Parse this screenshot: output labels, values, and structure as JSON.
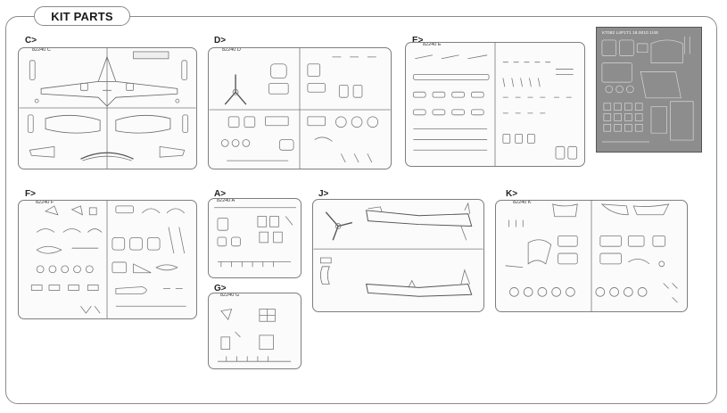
{
  "header": {
    "title": "KIT PARTS"
  },
  "sprues": {
    "C": {
      "letter": "C>",
      "code": "82240 C"
    },
    "D": {
      "letter": "D>",
      "code": "82240 D"
    },
    "E": {
      "letter": "E>",
      "code": "82240 E"
    },
    "F": {
      "letter": "F>",
      "code": "82240 F"
    },
    "A": {
      "letter": "A>",
      "code": "82240 A"
    },
    "G": {
      "letter": "G>",
      "code": "82240 G"
    },
    "J": {
      "letter": "J>"
    },
    "K": {
      "letter": "K>",
      "code": "82240 K"
    }
  },
  "photo_etch": {
    "code": "KT082 L4P1T1  18.0010  1/48"
  },
  "colors": {
    "border": "#8a8a8a",
    "sprue_fill": "#fbfbfb",
    "photo_etch": "#8d8d8d"
  }
}
